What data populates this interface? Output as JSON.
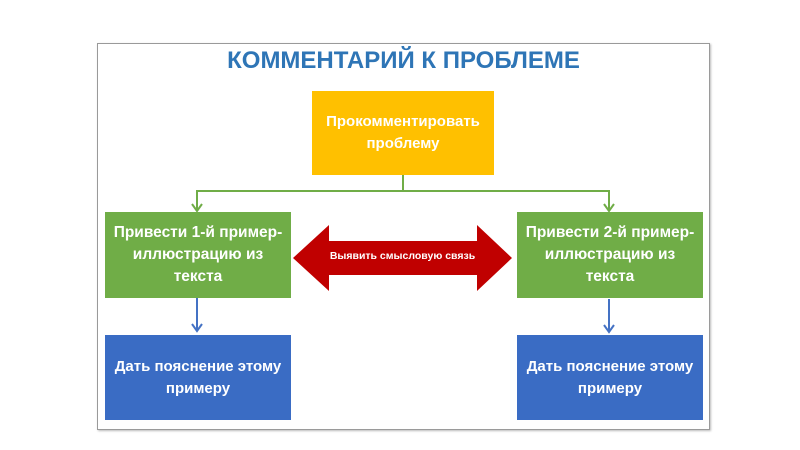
{
  "title": "КОММЕНТАРИЙ К ПРОБЛЕМЕ",
  "nodes": {
    "top": "Прокомментировать проблему",
    "example1": "Привести 1-й пример-иллюстрацию из текста",
    "example2": "Привести 2-й пример-иллюстрацию из текста",
    "explain1": "Дать пояснение этому примеру",
    "explain2": "Дать пояснение этому примеру"
  },
  "link_label": "Выявить смысловую связь",
  "colors": {
    "title": "#2e75b6",
    "top": "#ffc000",
    "example": "#70ad47",
    "explain": "#3a6cc4",
    "link": "#c00000"
  }
}
